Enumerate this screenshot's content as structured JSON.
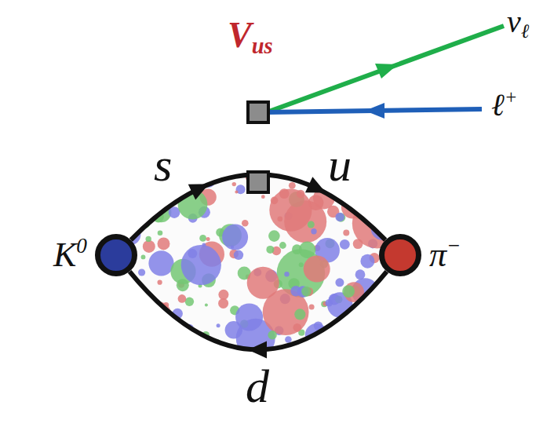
{
  "diagram": {
    "nodes": [
      {
        "text": [
          "K0"
        ]
      },
      {
        "text": [
          "π−"
        ]
      }
    ],
    "edges": [
      {
        "from": 0,
        "to": 1,
        "arrow": "to"
      },
      {
        "from": 1,
        "to": 0,
        "arrow": "to"
      }
    ],
    "labels": [
      "Vus",
      "νℓ",
      "ℓ+",
      "s",
      "u",
      "d"
    ]
  }
}
